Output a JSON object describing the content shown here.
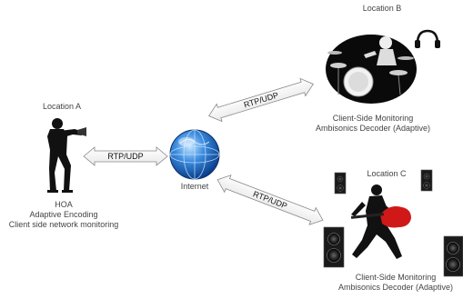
{
  "location_a": {
    "title": "Location A",
    "captions": [
      "HOA",
      "Adaptive Encoding",
      "Client side network monitoring"
    ]
  },
  "location_b": {
    "title": "Location B",
    "captions": [
      "Client-Side Monitoring",
      "Ambisonics Decoder (Adaptive)"
    ]
  },
  "location_c": {
    "title": "Location C",
    "captions": [
      "Client-Side Monitoring",
      "Ambisonics Decoder (Adaptive)"
    ]
  },
  "internet": {
    "label": "Internet"
  },
  "links": [
    {
      "label": "RTP/UDP"
    },
    {
      "label": "RTP/UDP"
    },
    {
      "label": "RTP/UDP"
    }
  ]
}
